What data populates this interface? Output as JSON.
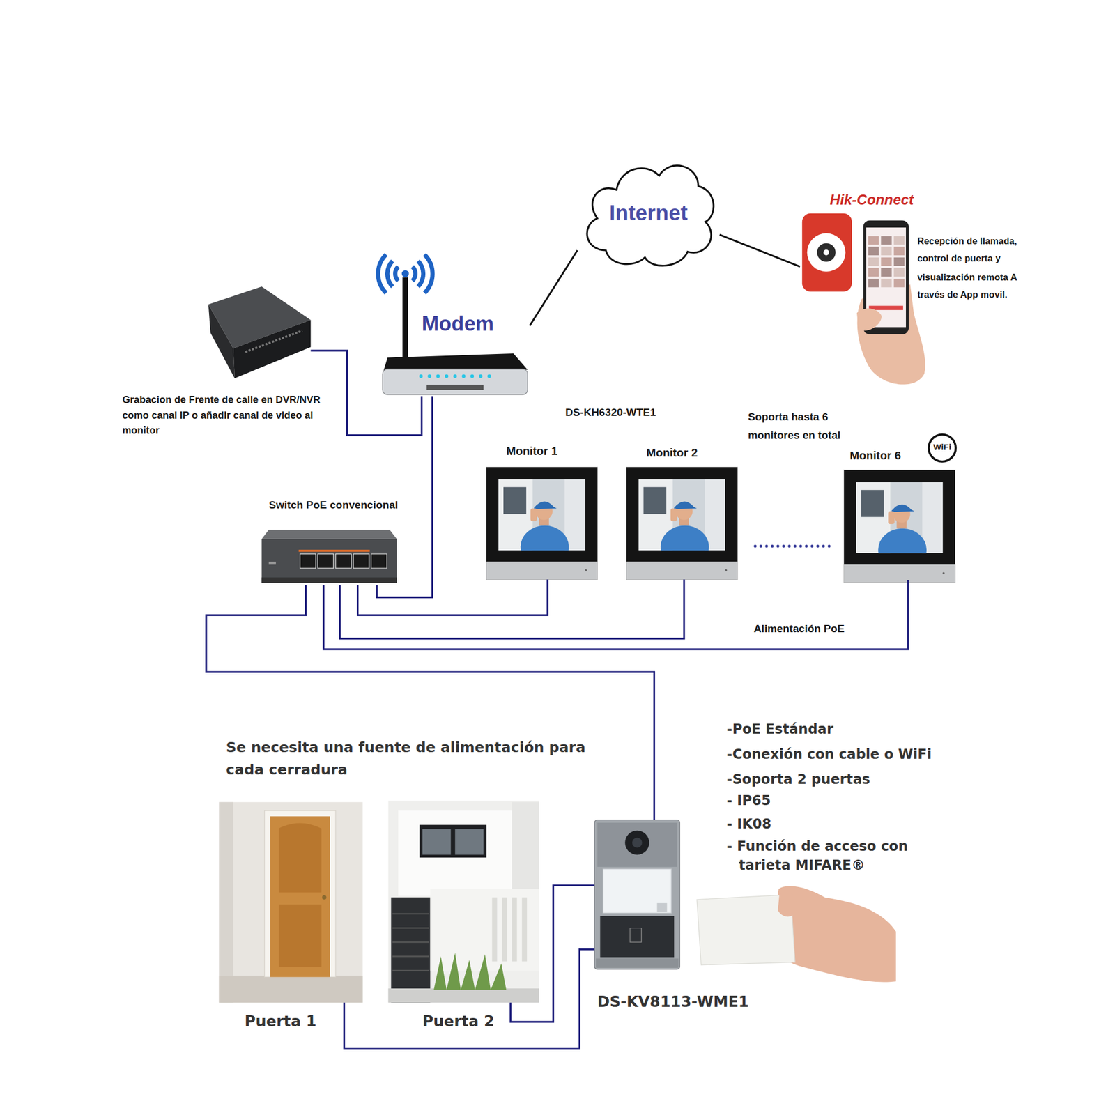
{
  "diagram": {
    "nodes": [
      {
        "text": [
          "Grabacion de Frente de calle en DVR/NVR como canal IP o añadir canal de video al monitor"
        ]
      },
      {
        "text": [
          "Modem"
        ]
      },
      {
        "text": [
          "Internet"
        ]
      },
      {
        "text": [
          "Hik-Connect",
          "Recepción de llamada, control de puerta y visualización remota A través de App movil."
        ]
      },
      {
        "text": [
          "Switch PoE convencional"
        ]
      },
      {
        "text": [
          "Monitor 1"
        ]
      },
      {
        "text": [
          "Monitor 2"
        ]
      },
      {
        "text": [
          "Monitor 6"
        ]
      },
      {
        "text": [
          "Puerta 1"
        ]
      },
      {
        "text": [
          "Puerta 2"
        ]
      },
      {
        "text": [
          "DS-KV8113-WME1"
        ]
      }
    ],
    "edges": [
      {
        "from": 0,
        "to": 1,
        "arrow": "none"
      },
      {
        "from": 1,
        "to": 2,
        "arrow": "none"
      },
      {
        "from": 2,
        "to": 3,
        "arrow": "none"
      },
      {
        "from": 1,
        "to": 4,
        "arrow": "none"
      },
      {
        "from": 4,
        "to": 5,
        "arrow": "none"
      },
      {
        "from": 4,
        "to": 6,
        "arrow": "none"
      },
      {
        "from": 4,
        "to": 7,
        "arrow": "none"
      },
      {
        "from": 4,
        "to": 10,
        "arrow": "none"
      },
      {
        "from": 10,
        "to": 8,
        "arrow": "none"
      },
      {
        "from": 10,
        "to": 9,
        "arrow": "none"
      }
    ],
    "labels": [
      "DS-KH6320-WTE1",
      "Soporta hasta 6 monitores en total",
      "WiFi",
      "Alimentación PoE",
      "Se necesita una fuente de alimentación para cada cerradura",
      "-PoE Estándar",
      "-Conexión con cable o WiFi",
      "-Soporta 2 puertas",
      "- IP65",
      "- IK08",
      "- Función de acceso con tarieta MIFARE®"
    ]
  }
}
